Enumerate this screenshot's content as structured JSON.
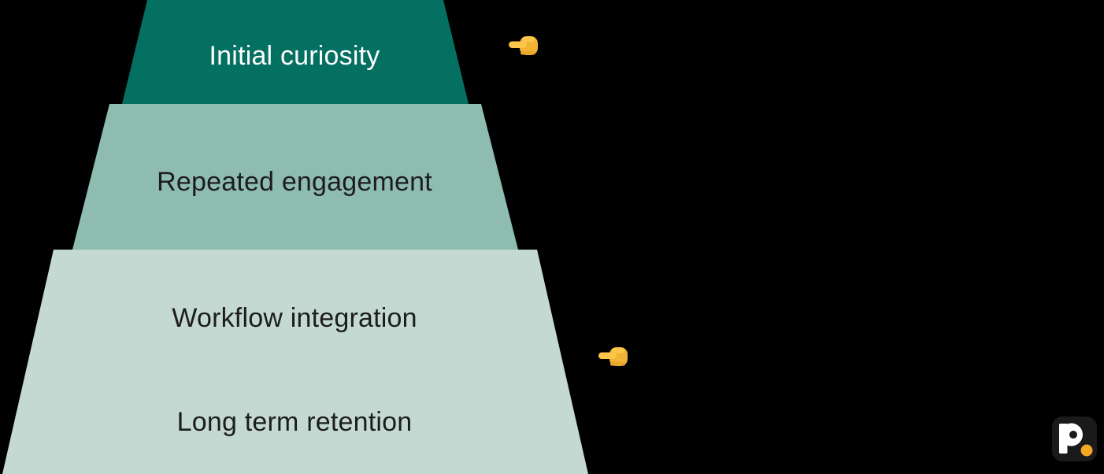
{
  "canvas": {
    "background_color": "#000000"
  },
  "funnel": {
    "type": "stepped-pyramid",
    "levels": [
      {
        "label": "Initial curiosity",
        "fill": "#047062",
        "text_color": "#ffffff"
      },
      {
        "label": "Repeated engagement",
        "fill": "#8ebcb1",
        "text_color": "#1d1d1d"
      },
      {
        "label": "Workflow integration",
        "fill": "#c3d9d1",
        "text_color": "#1d1d1d"
      },
      {
        "label": "Long term retention",
        "fill": "#c3d9d1",
        "text_color": "#1d1d1d"
      }
    ]
  },
  "pointers": [
    {
      "icon": "backhand-index-pointing-left",
      "color": "#f6bb40"
    },
    {
      "icon": "backhand-index-pointing-left",
      "color": "#f6bb40"
    }
  ],
  "watermark": {
    "name": "piktochart-logo",
    "letter": "p.",
    "square_color": "#1a1a1a",
    "letter_color": "#ffffff",
    "dot_color": "#f5a623"
  }
}
